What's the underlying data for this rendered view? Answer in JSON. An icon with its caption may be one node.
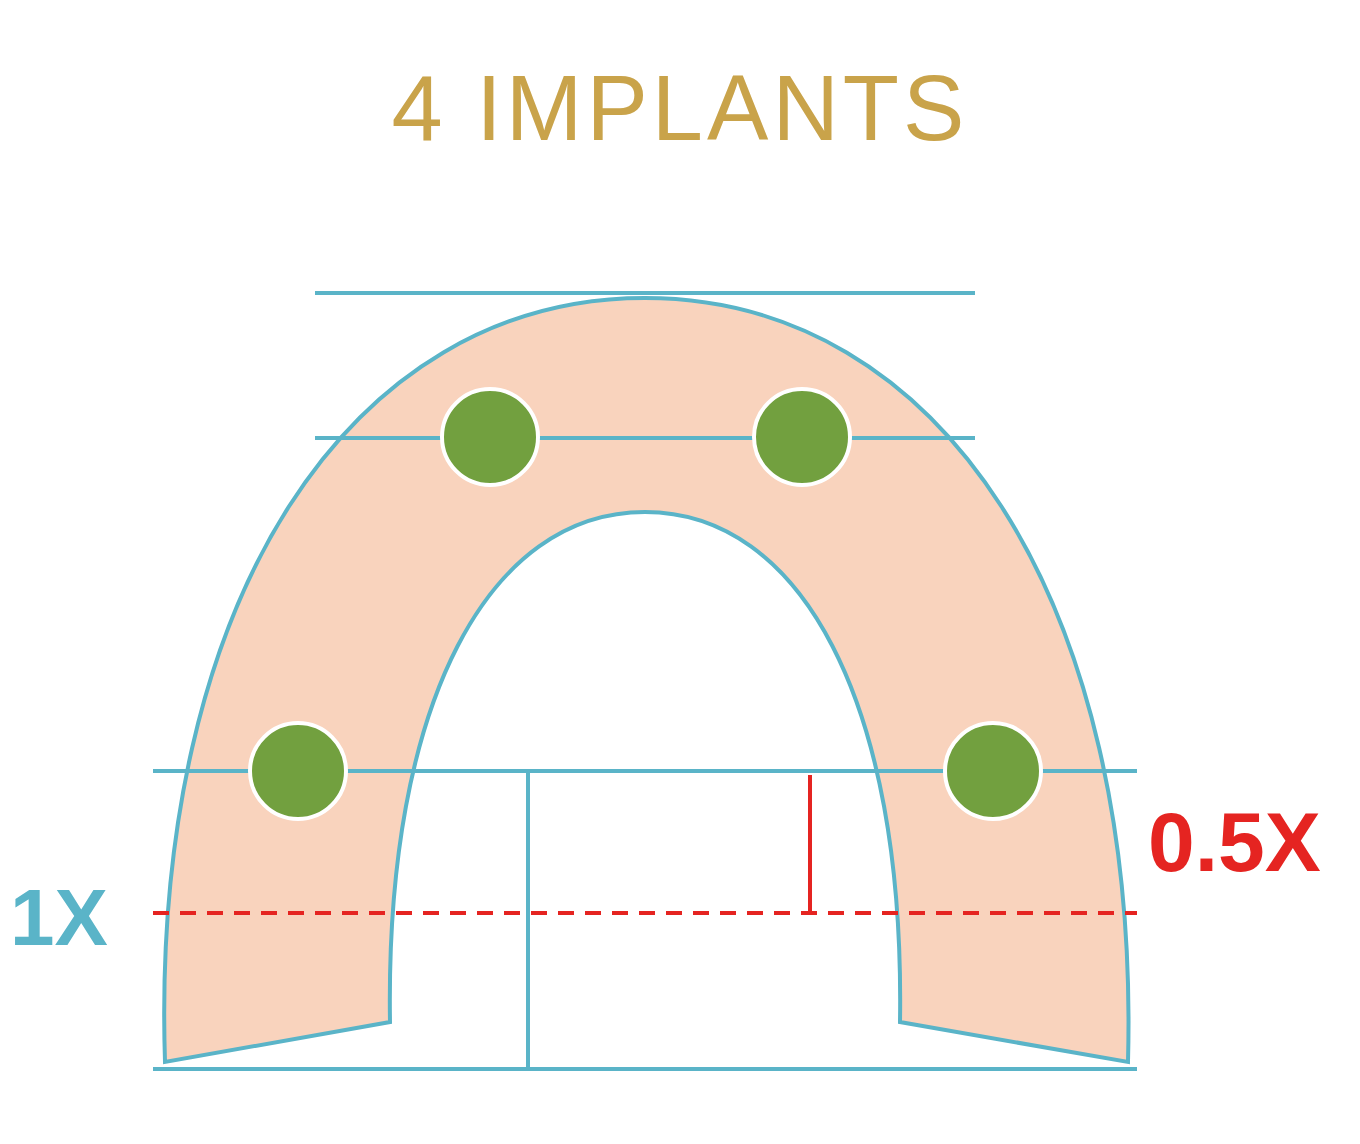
{
  "diagram": {
    "title": "4 IMPLANTS",
    "labels": [
      "0.5X",
      "1X"
    ]
  }
}
